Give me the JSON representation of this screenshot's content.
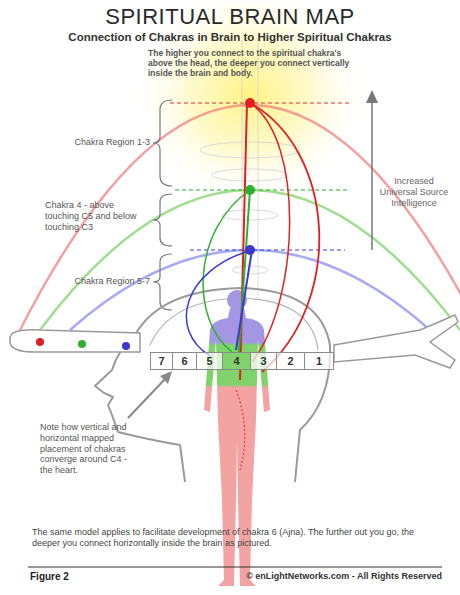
{
  "diagram": {
    "title": "SPIRITUAL BRAIN MAP",
    "nodes": [
      {
        "text": [
          "7"
        ]
      },
      {
        "text": [
          "6"
        ]
      },
      {
        "text": [
          "5"
        ]
      },
      {
        "text": [
          "4"
        ]
      },
      {
        "text": [
          "3"
        ]
      },
      {
        "text": [
          "2"
        ]
      },
      {
        "text": [
          "1"
        ]
      }
    ],
    "labels": [
      "Connection of Chakras in Brain to Higher Spiritual Chakras",
      "The higher you connect to the spiritual chakra's above the head, the deeper you connect vertically inside the brain and body.",
      "Chakra Region 1-3",
      "Chakra 4 - above touching C5 and below touching C3",
      "Increased Universal Source Intelligence",
      "Chakra Region 5-7",
      "Note how vertical and horizontal mapped placement of chakras converge around C4 - the heart.",
      "The same model applies to facilitate development of chakra 6 (Ajna). The further out you go, the deeper you connect horizontally inside the brain as pictured.",
      "Figure 2",
      "© enLightNetworks.com - All Rights Reserved"
    ]
  }
}
